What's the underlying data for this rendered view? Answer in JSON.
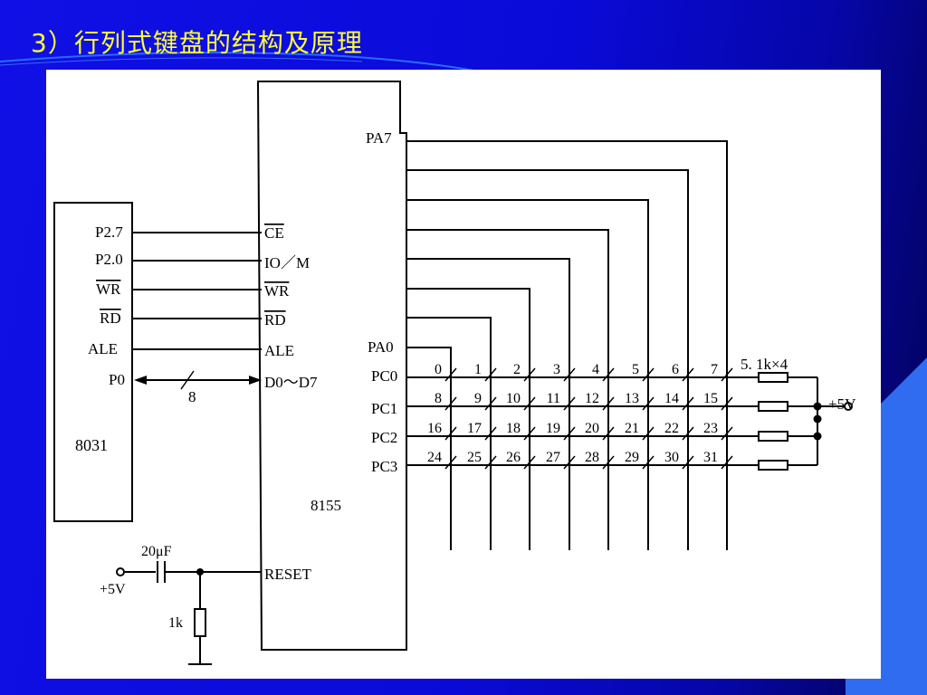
{
  "slide": {
    "title": "3）行列式键盘的结构及原理"
  },
  "colors": {
    "background": "#1010e6",
    "title": "#ffff33",
    "panel": "#ffffff",
    "line": "#000000"
  },
  "diagram": {
    "mcu": {
      "name": "8031",
      "pins": {
        "p27": "P2.7",
        "p20": "P2.0",
        "wr": "WR",
        "rd": "RD",
        "ale": "ALE",
        "p0": "P0"
      }
    },
    "chip": {
      "name": "8155",
      "pins": {
        "ce": "CE",
        "io": "IO／M",
        "wr": "WR",
        "rd": "RD",
        "ale": "ALE",
        "d": "D0～D7",
        "reset": "RESET"
      },
      "ports": {
        "pa7": "PA7",
        "pa0": "PA0",
        "pc0": "PC0",
        "pc1": "PC1",
        "pc2": "PC2",
        "pc3": "PC3"
      }
    },
    "bus_width": "8",
    "keys": [
      [
        "0",
        "1",
        "2",
        "3",
        "4",
        "5",
        "6",
        "7"
      ],
      [
        "8",
        "9",
        "10",
        "11",
        "12",
        "13",
        "14",
        "15"
      ],
      [
        "16",
        "17",
        "18",
        "19",
        "20",
        "21",
        "22",
        "23"
      ],
      [
        "24",
        "25",
        "26",
        "27",
        "28",
        "29",
        "30",
        "31"
      ]
    ],
    "resistor_note": "5. 1k×4",
    "supply_right": "+5V",
    "reset_circuit": {
      "capacitor": "20μF",
      "supply": "+5V",
      "resistor": "1k"
    }
  }
}
